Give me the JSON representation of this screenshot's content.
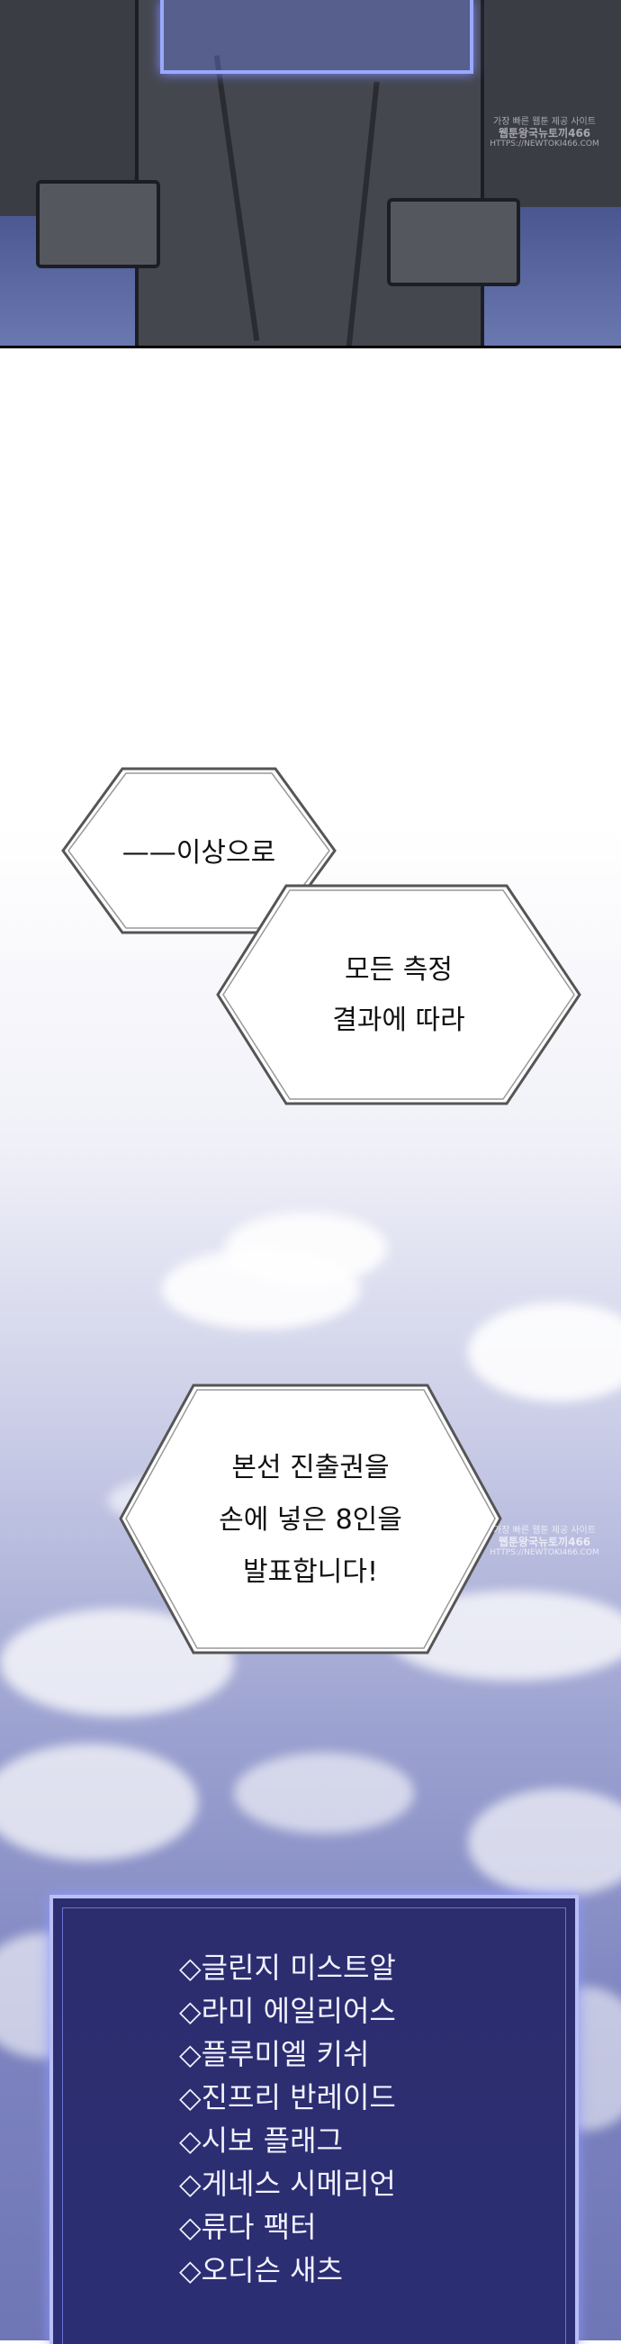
{
  "watermark_top": [
    "가장 빠른 웹툰 제공 사이트",
    "웹툰왕국뉴토끼466",
    "HTTPS://NEWTOKI466.COM"
  ],
  "watermark_mid": [
    "가장 빠른 웹툰 제공 사이트",
    "웹툰왕국뉴토끼466",
    "HTTPS://NEWTOKI466.COM"
  ],
  "bubbles": {
    "first": "——이상으로",
    "second_line1": "모든 측정",
    "second_line2": "결과에 따라",
    "third_line1": "본선 진출권을",
    "third_line2": "손에 넣은 8인을",
    "third_line3": "발표합니다!"
  },
  "finalists": [
    "◇글린지 미스트알",
    "◇라미 에일리어스",
    "◇플루미엘 키쉬",
    "◇진프리 반레이드",
    "◇시보 플래그",
    "◇게네스 시메리언",
    "◇류다 팩터",
    "◇오디슨 새츠"
  ],
  "colors": {
    "list_bg": "#2b2d6e",
    "list_border": "#b9bff5",
    "sky_top": "#ffffff",
    "sky_bottom": "#6f76b5"
  }
}
